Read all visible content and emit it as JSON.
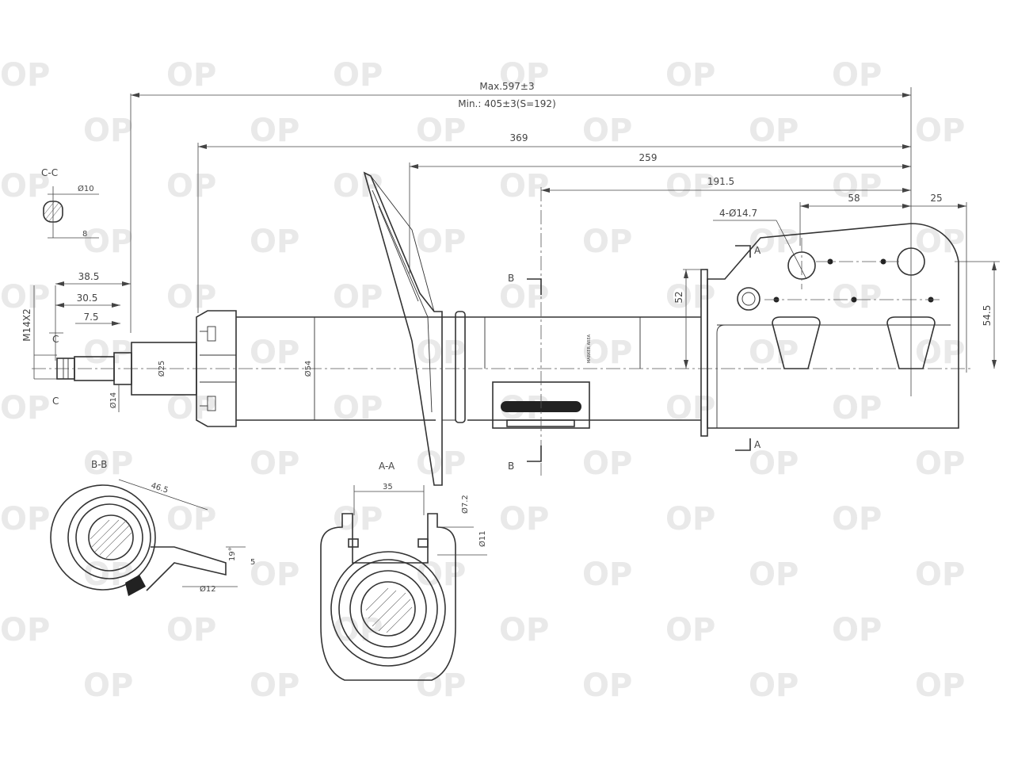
{
  "watermark": {
    "text": "OP"
  },
  "dims": {
    "max": "Max.597±3",
    "min": "Min.: 405±3(S=192)",
    "d369": "369",
    "d259": "259",
    "d191": "191.5",
    "d58": "58",
    "d25": "25",
    "holes": "4-Ø14.7",
    "d52": "52",
    "d545": "54.5",
    "d385": "38.5",
    "d305": "30.5",
    "d75": "7.5",
    "thread": "M14X2",
    "phi25": "Ø25",
    "phi14": "Ø14",
    "phi54": "Ø54",
    "marker": "MARKER AREA"
  },
  "sections": {
    "cc": {
      "title": "C-C",
      "phi": "Ø10",
      "w": "8"
    },
    "bb": {
      "title": "B-B",
      "len": "46.5",
      "angle": "19°",
      "w": "5",
      "phi": "Ø12"
    },
    "aa": {
      "title": "A-A",
      "w": "35",
      "phi72": "Ø7.2",
      "phi11": "Ø11"
    },
    "labels": {
      "a": "A",
      "b": "B",
      "c": "C"
    }
  }
}
